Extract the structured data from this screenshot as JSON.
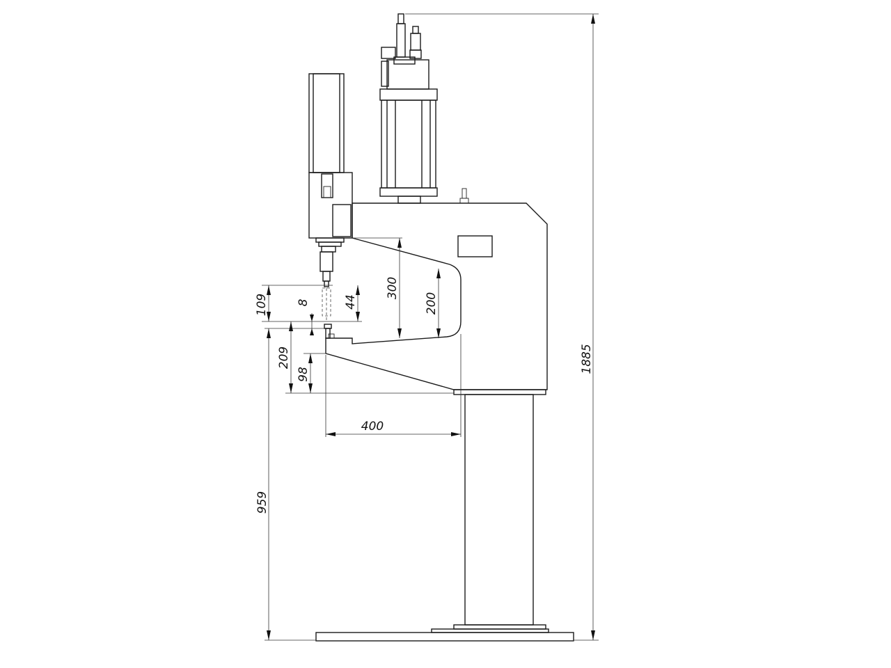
{
  "diagram": {
    "dimensions": [
      {
        "id": "overall_height",
        "value": "1885"
      },
      {
        "id": "table_height",
        "value": "959"
      },
      {
        "id": "throat_depth",
        "value": "400"
      },
      {
        "id": "throat_height_outer",
        "value": "300"
      },
      {
        "id": "throat_height_inner",
        "value": "200"
      },
      {
        "id": "electrode_gap",
        "value": "109"
      },
      {
        "id": "electrode_stroke",
        "value": "8"
      },
      {
        "id": "upper_tip_length",
        "value": "44"
      },
      {
        "id": "lower_arm_height",
        "value": "209"
      },
      {
        "id": "lower_arm_depth",
        "value": "98"
      }
    ]
  }
}
